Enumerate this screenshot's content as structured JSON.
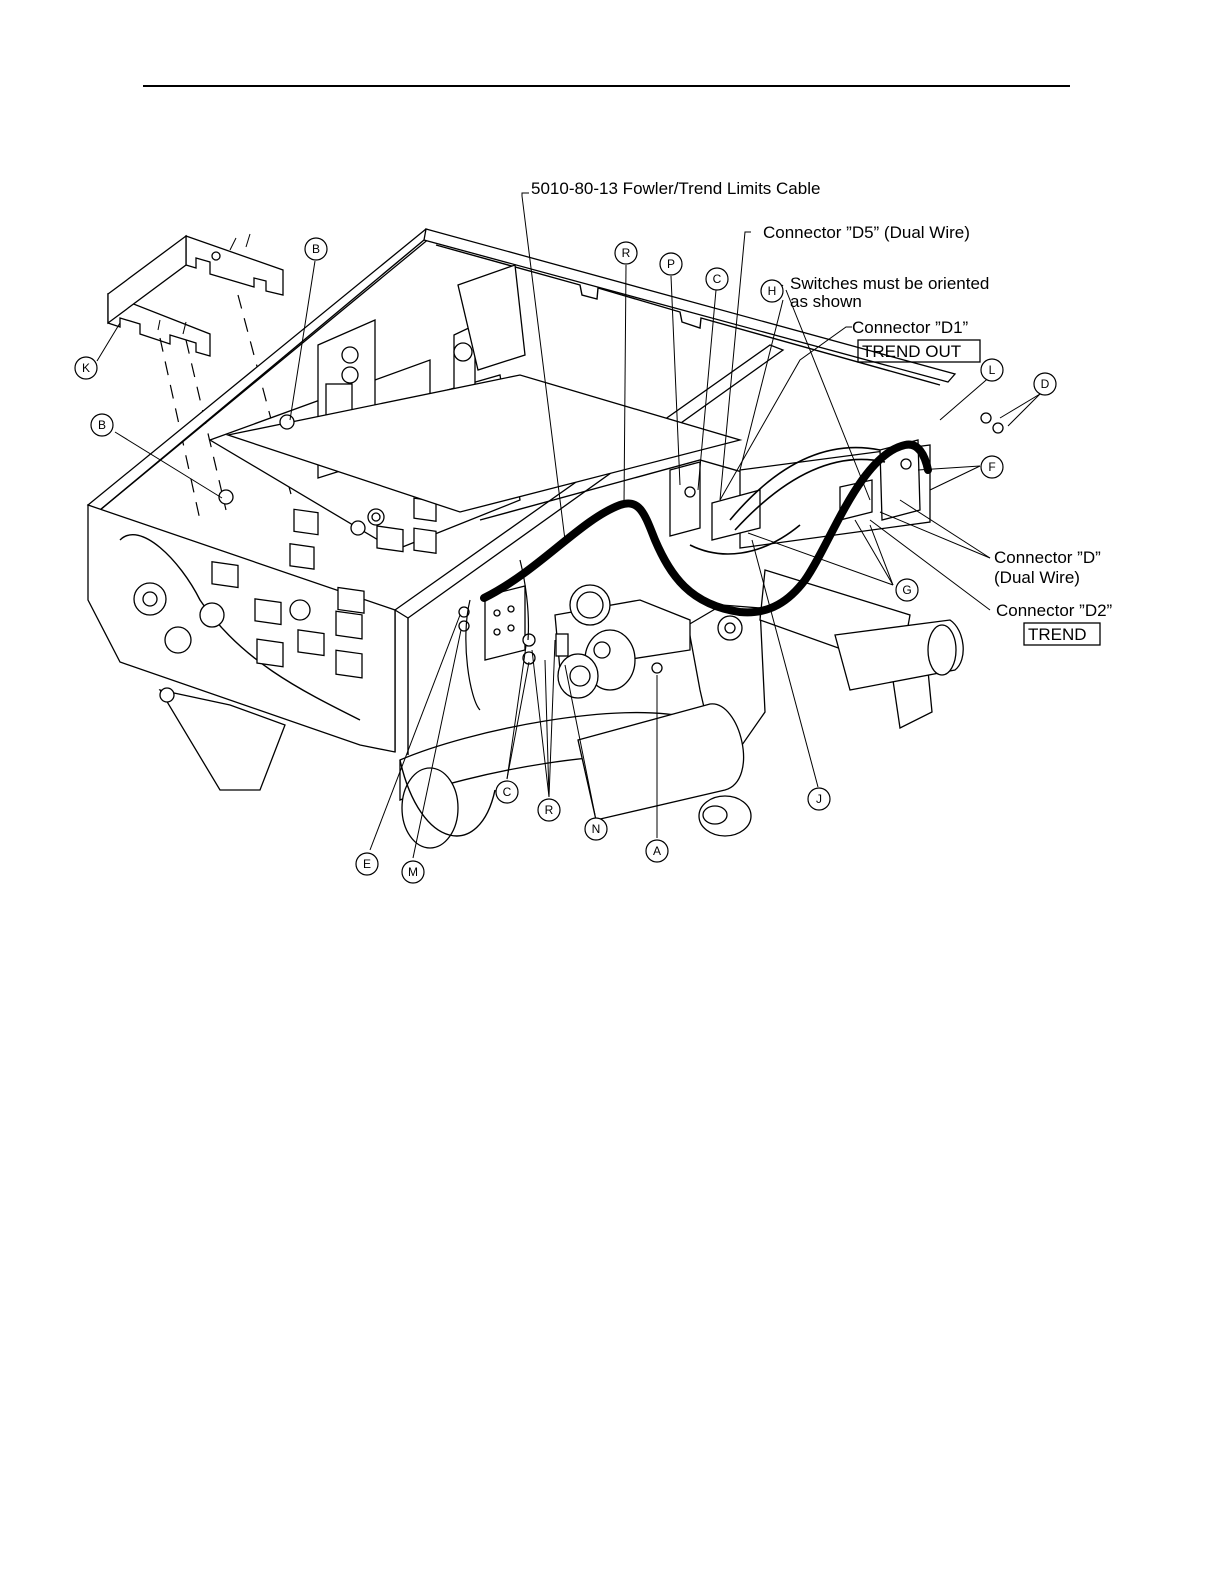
{
  "labels": {
    "cable": "5010-80-13 Fowler/Trend Limits Cable",
    "connector_d5": "Connector ”D5” (Dual Wire)",
    "switches_line1": "Switches must be oriented",
    "switches_line2": "as shown",
    "connector_d1": "Connector ”D1”",
    "trend_out": "TREND OUT",
    "connector_d_line1": "Connector ”D”",
    "connector_d_line2": "(Dual Wire)",
    "connector_d2": "Connector ”D2”",
    "trend": "TREND"
  },
  "callouts": {
    "k": "K",
    "b_top": "B",
    "b_left": "B",
    "r_top": "R",
    "p": "P",
    "c_top": "C",
    "h": "H",
    "l": "L",
    "d": "D",
    "f": "F",
    "g": "G",
    "j": "J",
    "a": "A",
    "n": "N",
    "r_bottom": "R",
    "c_bottom": "C",
    "m": "M",
    "e": "E"
  }
}
